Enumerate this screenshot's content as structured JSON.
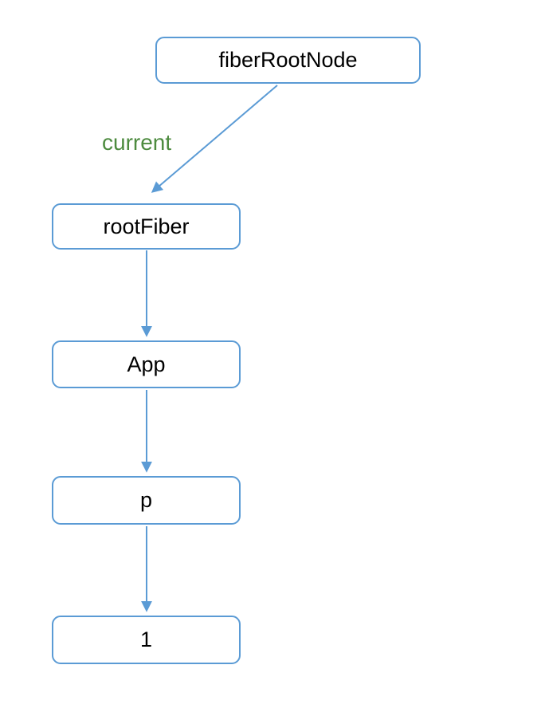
{
  "nodes": [
    {
      "id": "fiberRootNode",
      "label": "fiberRootNode"
    },
    {
      "id": "rootFiber",
      "label": "rootFiber"
    },
    {
      "id": "App",
      "label": "App"
    },
    {
      "id": "p",
      "label": "p"
    },
    {
      "id": "1",
      "label": "1"
    }
  ],
  "edges": [
    {
      "from": "fiberRootNode",
      "to": "rootFiber",
      "label": "current"
    },
    {
      "from": "rootFiber",
      "to": "App",
      "label": ""
    },
    {
      "from": "App",
      "to": "p",
      "label": ""
    },
    {
      "from": "p",
      "to": "1",
      "label": ""
    }
  ],
  "colors": {
    "node_border": "#5b9bd5",
    "arrow": "#5b9bd5",
    "edge_label_text": "#4d8b3f",
    "node_text": "#000000",
    "background": "#ffffff"
  }
}
